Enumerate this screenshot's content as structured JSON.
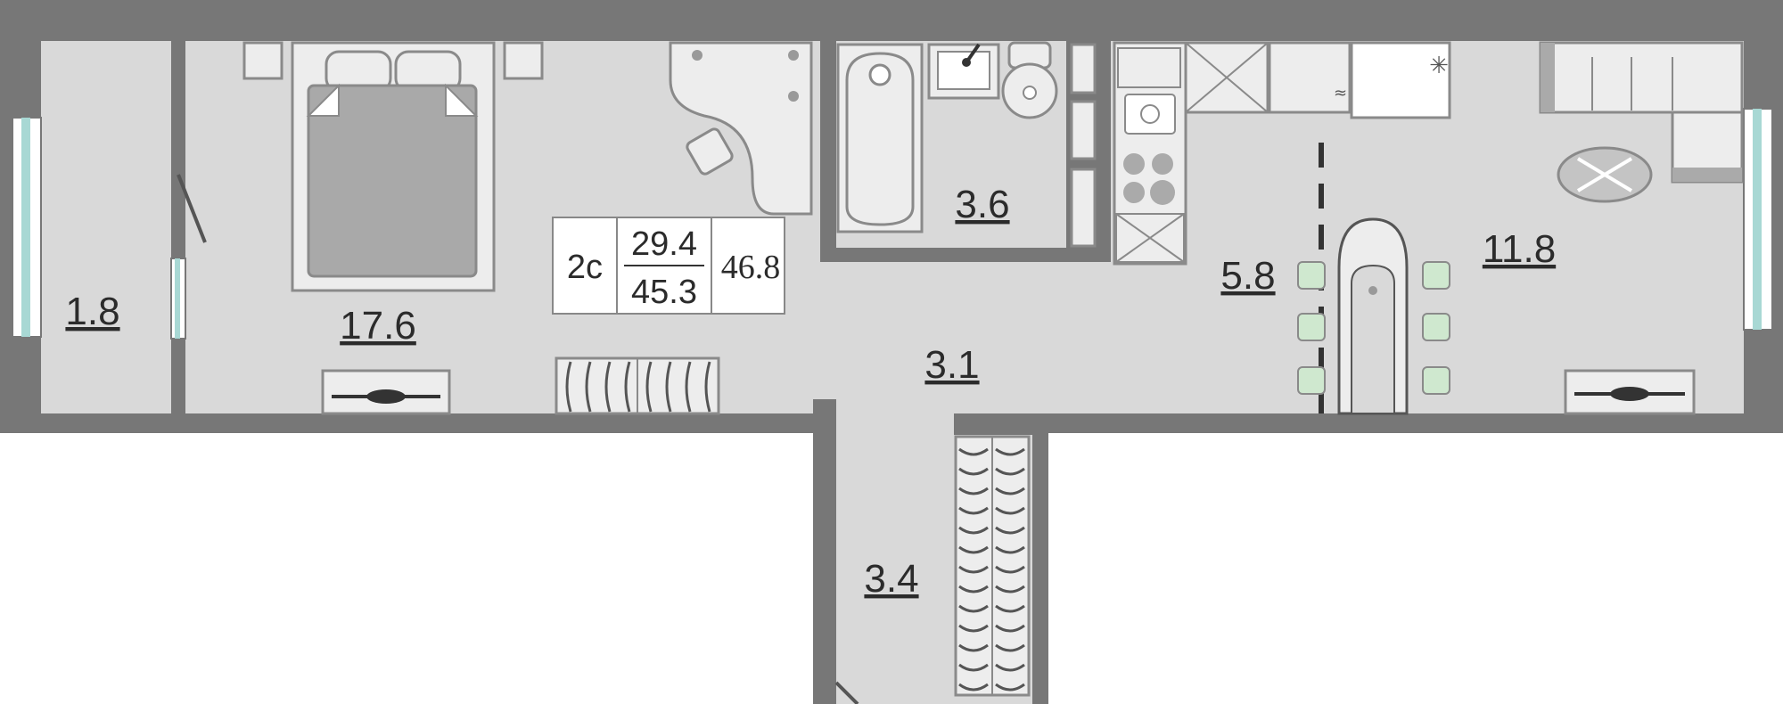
{
  "plan": {
    "rooms": [
      {
        "id": "balcony",
        "area": "1.8"
      },
      {
        "id": "bedroom",
        "area": "17.6"
      },
      {
        "id": "bathroom",
        "area": "3.6"
      },
      {
        "id": "kitchen",
        "area": "5.8"
      },
      {
        "id": "living",
        "area": "11.8"
      },
      {
        "id": "hall",
        "area": "3.1"
      },
      {
        "id": "corridor",
        "area": "3.4"
      }
    ],
    "summary": {
      "type": "2с",
      "living_area": "29.4",
      "total_area": "45.3",
      "total_with_balcony": "46.8"
    }
  },
  "colors": {
    "wall": "#777777",
    "floor": "#d9d9d9",
    "furniture": "#ededed",
    "furniture_stroke": "#8a8a8a",
    "window": "#a8d8d4",
    "chair": "#cfe8cf"
  }
}
